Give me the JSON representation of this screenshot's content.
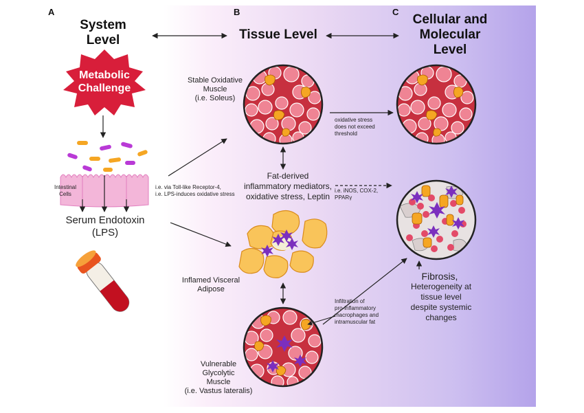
{
  "panels": {
    "a": "A",
    "b": "B",
    "c": "C"
  },
  "headings": {
    "system": "System\nLevel",
    "tissue": "Tissue Level",
    "cellular": "Cellular and\nMolecular\nLevel"
  },
  "badge": "Metabolic\nChallenge",
  "labels": {
    "intestinal": "Intestinal\nCells",
    "endotoxin": "Serum Endotoxin\n(LPS)",
    "toll": "i.e. via Toll-like Receptor-4,\ni.e. LPS-induces oxidative stress",
    "stable": "Stable Oxidative\nMuscle\n(i.e. Soleus)",
    "stress": "oxidative stress\ndoes not exceed\nthreshold",
    "mediators": "Fat-derived\ninflammatory mediators,\noxidative stress, Leptin",
    "inos": "i.e. iNOS, COX-2,\nPPARγ",
    "adipose": "Inflamed Visceral\nAdipose",
    "infiltration": "Infiltration of\npro-inflammatory\nmacrophages and\nintramuscular fat",
    "vulnerable": "Vulnerable\nGlycolytic\nMuscle\n(i.e. Vastus lateralis)",
    "fibrosis": "Fibrosis,",
    "heterogeneity": "Heterogeneity at\ntissue level\ndespite systemic\nchanges"
  },
  "colors": {
    "panel_pink": "#f7dff0",
    "panel_purple": "#b8a8ec",
    "badge_red": "#d81e3a",
    "muscle_red": "#cc3b4a",
    "fiber_pink": "#f08898",
    "fat_orange": "#f5a623",
    "macrophage_purple": "#7b2fbe"
  }
}
